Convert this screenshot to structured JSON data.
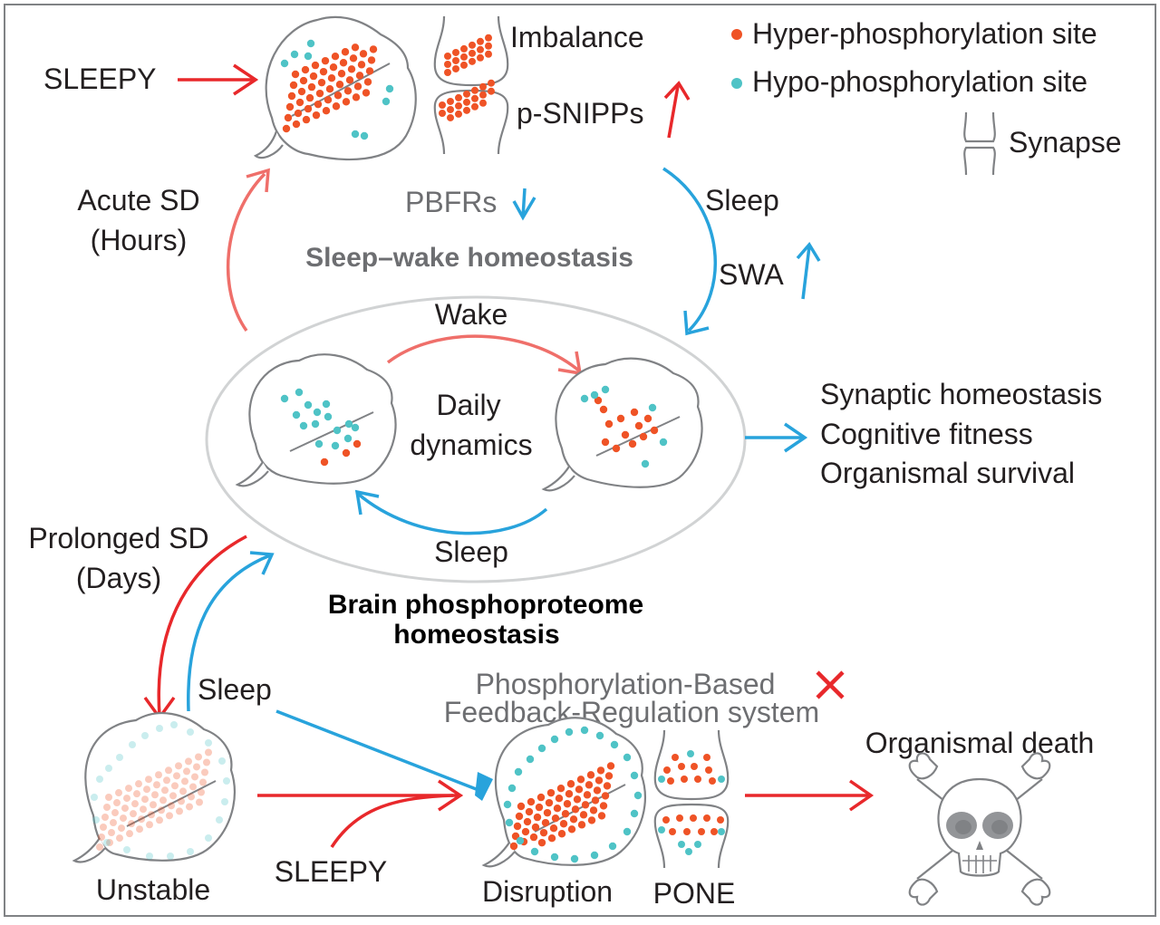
{
  "colors": {
    "hyper": "#ef5326",
    "hypo": "#4fc3c6",
    "red_arrow": "#e8282b",
    "blue_arrow": "#28a3dc",
    "salmon_arrow": "#ef6f6a",
    "outline": "#808285",
    "gray_text": "#6d6e71"
  },
  "legend": {
    "hyper_label": "Hyper-phosphorylation site",
    "hypo_label": "Hypo-phosphorylation site",
    "synapse_label": "Synapse"
  },
  "top": {
    "sleepy": "SLEEPY",
    "imbalance": "Imbalance",
    "psnipps": "p-SNIPPs",
    "pbfrs": "PBFRs",
    "acute_sd": "Acute SD",
    "hours": "(Hours)",
    "sleep": "Sleep",
    "swa": "SWA",
    "homeostasis_title": "Sleep–wake homeostasis"
  },
  "center": {
    "wake": "Wake",
    "daily": "Daily",
    "dynamics": "dynamics",
    "sleep": "Sleep",
    "title_line1": "Brain phosphoproteome",
    "title_line2": "homeostasis"
  },
  "outcomes": {
    "line1": "Synaptic homeostasis",
    "line2": "Cognitive fitness",
    "line3": "Organismal survival"
  },
  "bottom": {
    "prolonged_sd": "Prolonged SD",
    "days": "(Days)",
    "sleep": "Sleep",
    "pbfr_line1": "Phosphorylation-Based",
    "pbfr_line2": "Feedback-Regulation system",
    "unstable": "Unstable",
    "sleepy": "SLEEPY",
    "disruption": "Disruption",
    "pone": "PONE",
    "death": "Organismal death"
  },
  "icons": {
    "brain": "brain-icon",
    "synapse": "synapse-icon",
    "skull": "skull-crossbones-icon",
    "cross": "red-cross-icon"
  }
}
